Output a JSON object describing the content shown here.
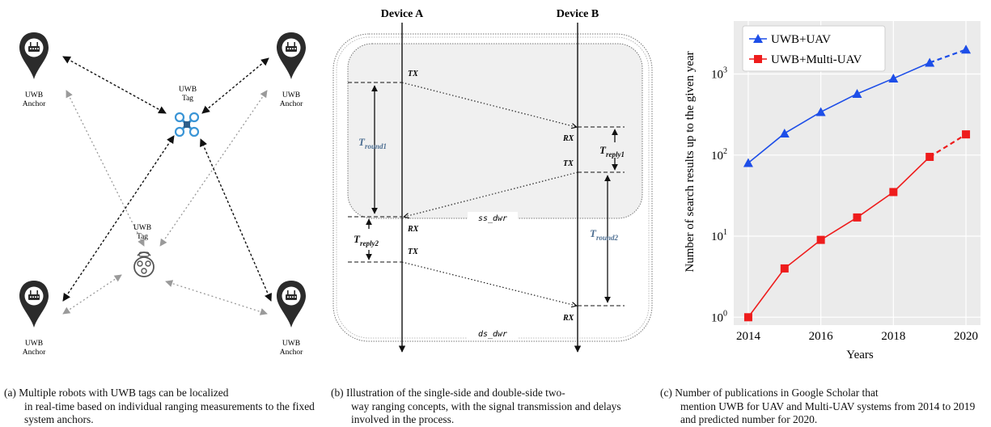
{
  "panel_a": {
    "anchor_label_line1": "UWB",
    "anchor_label_line2": "Anchor",
    "tag_label_line1": "UWB",
    "tag_label_line2": "Tag",
    "icons": [
      "location-pin-router-icon",
      "quadrotor-drone-icon",
      "ground-robot-icon"
    ],
    "colors": {
      "pin": "#2b2b2b",
      "drone": "#3a95d6",
      "robot": "#555555",
      "arrow_dark": "#111111",
      "arrow_light": "#9a9a9a"
    }
  },
  "panel_b": {
    "device_a": "Device A",
    "device_b": "Device B",
    "tx": "TX",
    "rx": "RX",
    "t_round1_main": "T",
    "t_round1_sub": "round1",
    "t_reply1_main": "T",
    "t_reply1_sub": "reply1",
    "t_reply2_main": "T",
    "t_reply2_sub": "reply2",
    "t_round2_main": "T",
    "t_round2_sub": "round2",
    "ss_label": "ss_dwr",
    "ds_label": "ds_dwr",
    "colors": {
      "round_text": "#4e6f92",
      "ss_box": "#f0f0f0"
    }
  },
  "chart_data": {
    "type": "line",
    "x": [
      2014,
      2015,
      2016,
      2017,
      2018,
      2019,
      2020
    ],
    "series": [
      {
        "name": "UWB+UAV",
        "marker": "triangle",
        "color": "#1d4ee8",
        "values": [
          80,
          185,
          340,
          570,
          880,
          1380,
          2000
        ],
        "predicted_from_index": 5
      },
      {
        "name": "UWB+Multi-UAV",
        "marker": "square",
        "color": "#ee1c1c",
        "values": [
          1,
          4,
          9,
          17,
          35,
          95,
          180
        ],
        "predicted_from_index": 5
      }
    ],
    "xlabel": "Years",
    "ylabel": "Number of search results up to the given year",
    "xticks": [
      "2014",
      "2016",
      "2018",
      "2020"
    ],
    "yscale": "log",
    "ylim": [
      0.8,
      4500
    ],
    "xlim": [
      2013.6,
      2020.4
    ],
    "yticks": [
      {
        "value": 1,
        "base": "10",
        "exp": "0"
      },
      {
        "value": 10,
        "base": "10",
        "exp": "1"
      },
      {
        "value": 100,
        "base": "10",
        "exp": "2"
      },
      {
        "value": 1000,
        "base": "10",
        "exp": "3"
      }
    ],
    "grid": true,
    "legend": "top-left",
    "background": "#ebebeb"
  },
  "captions": {
    "a_label": "(a)",
    "a_line1": "Multiple robots with UWB tags can be localized",
    "a_rest": "in real-time based on individual ranging measurements to the fixed system anchors.",
    "b_label": "(b)",
    "b_line1": "Illustration of the single-side and double-side two-",
    "b_rest": "way ranging concepts, with the signal transmission and delays involved in the process.",
    "c_label": "(c)",
    "c_line1": "Number of publications in Google Scholar that",
    "c_rest": "mention UWB for UAV and Multi-UAV systems from 2014 to 2019 and predicted number for 2020."
  }
}
